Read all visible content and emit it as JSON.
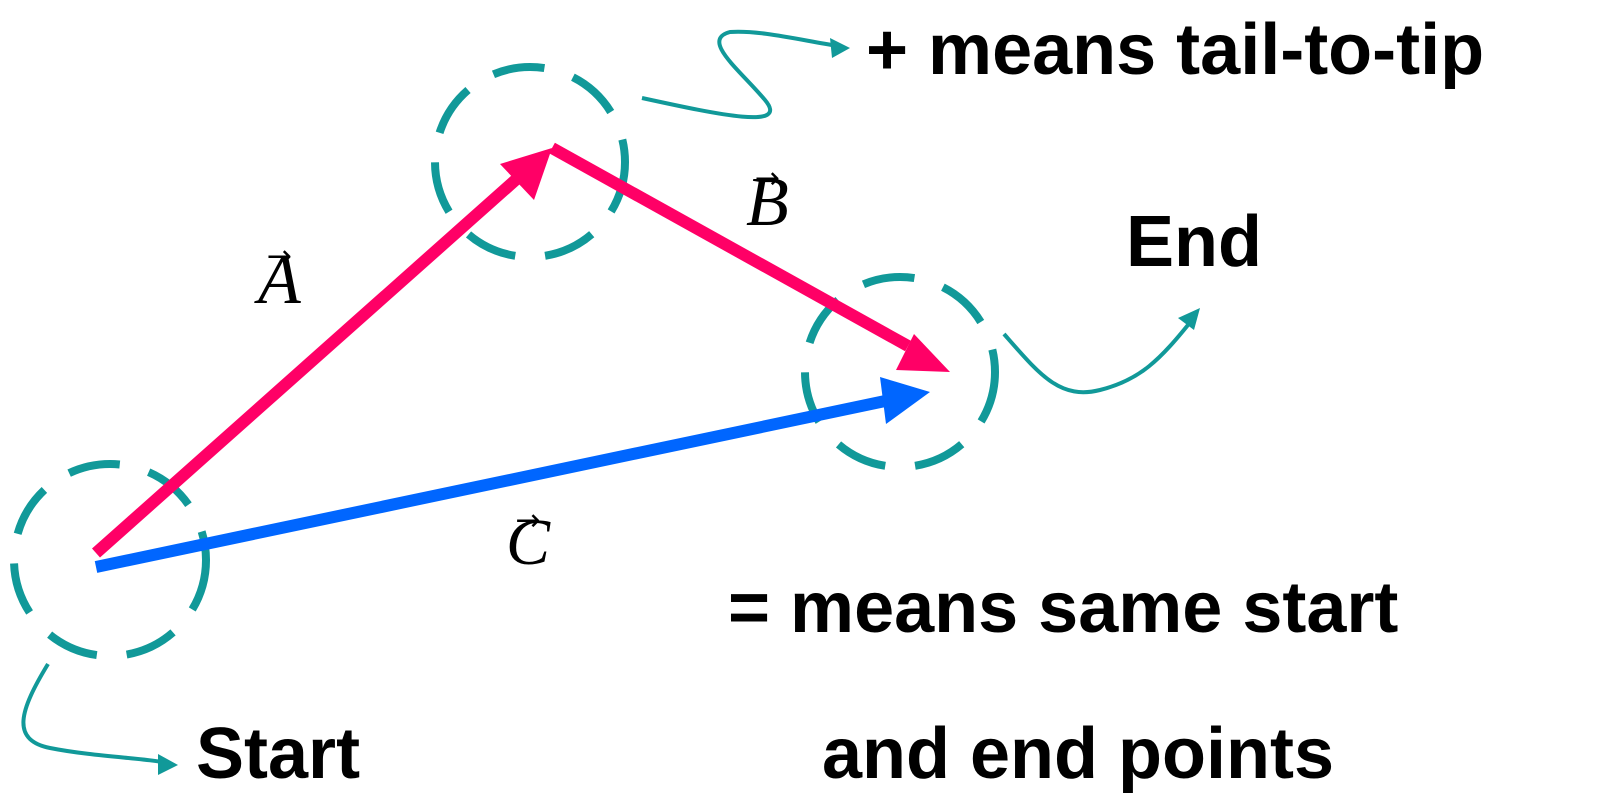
{
  "colors": {
    "vector_a": "#ff0066",
    "vector_b": "#ff0066",
    "vector_c": "#0066ff",
    "highlight": "#119999",
    "text": "#000000"
  },
  "vectors": {
    "a": {
      "label": "A",
      "color_key": "vector_a"
    },
    "b": {
      "label": "B",
      "color_key": "vector_b"
    },
    "c": {
      "label": "C",
      "color_key": "vector_c"
    }
  },
  "captions": {
    "plus_rule": "+ means tail-to-tip",
    "end": "End",
    "start": "Start",
    "equals_rule_line1": "= means same start",
    "equals_rule_line2": "and end points"
  },
  "markers": {
    "start": "start-point-circle",
    "junction": "tail-to-tip-circle",
    "end": "end-point-circle"
  }
}
